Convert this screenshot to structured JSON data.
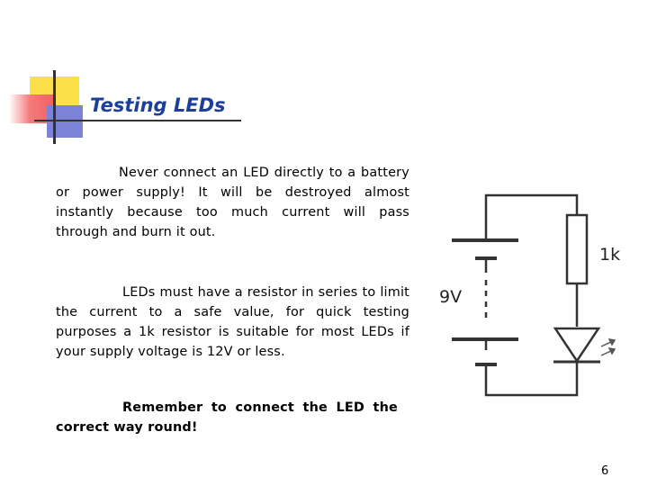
{
  "slide": {
    "title": "Testing LEDs",
    "paragraphs": [
      "Never connect an LED directly to a battery or power supply! It will be destroyed almost instantly because too much current will pass through and burn it out.",
      "LEDs must have a resistor in series to limit the current to a safe value, for quick testing purposes a 1k  resistor is suitable for most LEDs if your supply voltage is 12V or less.",
      "Remember to connect the LED the correct way round!"
    ],
    "page_number": "6"
  },
  "circuit": {
    "battery_label": "9V",
    "resistor_label": "1k"
  },
  "colors": {
    "title": "#1c3f9c",
    "accent_yellow": "#fce04a",
    "accent_red": "#f06060",
    "accent_blue": "#7c82d8"
  }
}
